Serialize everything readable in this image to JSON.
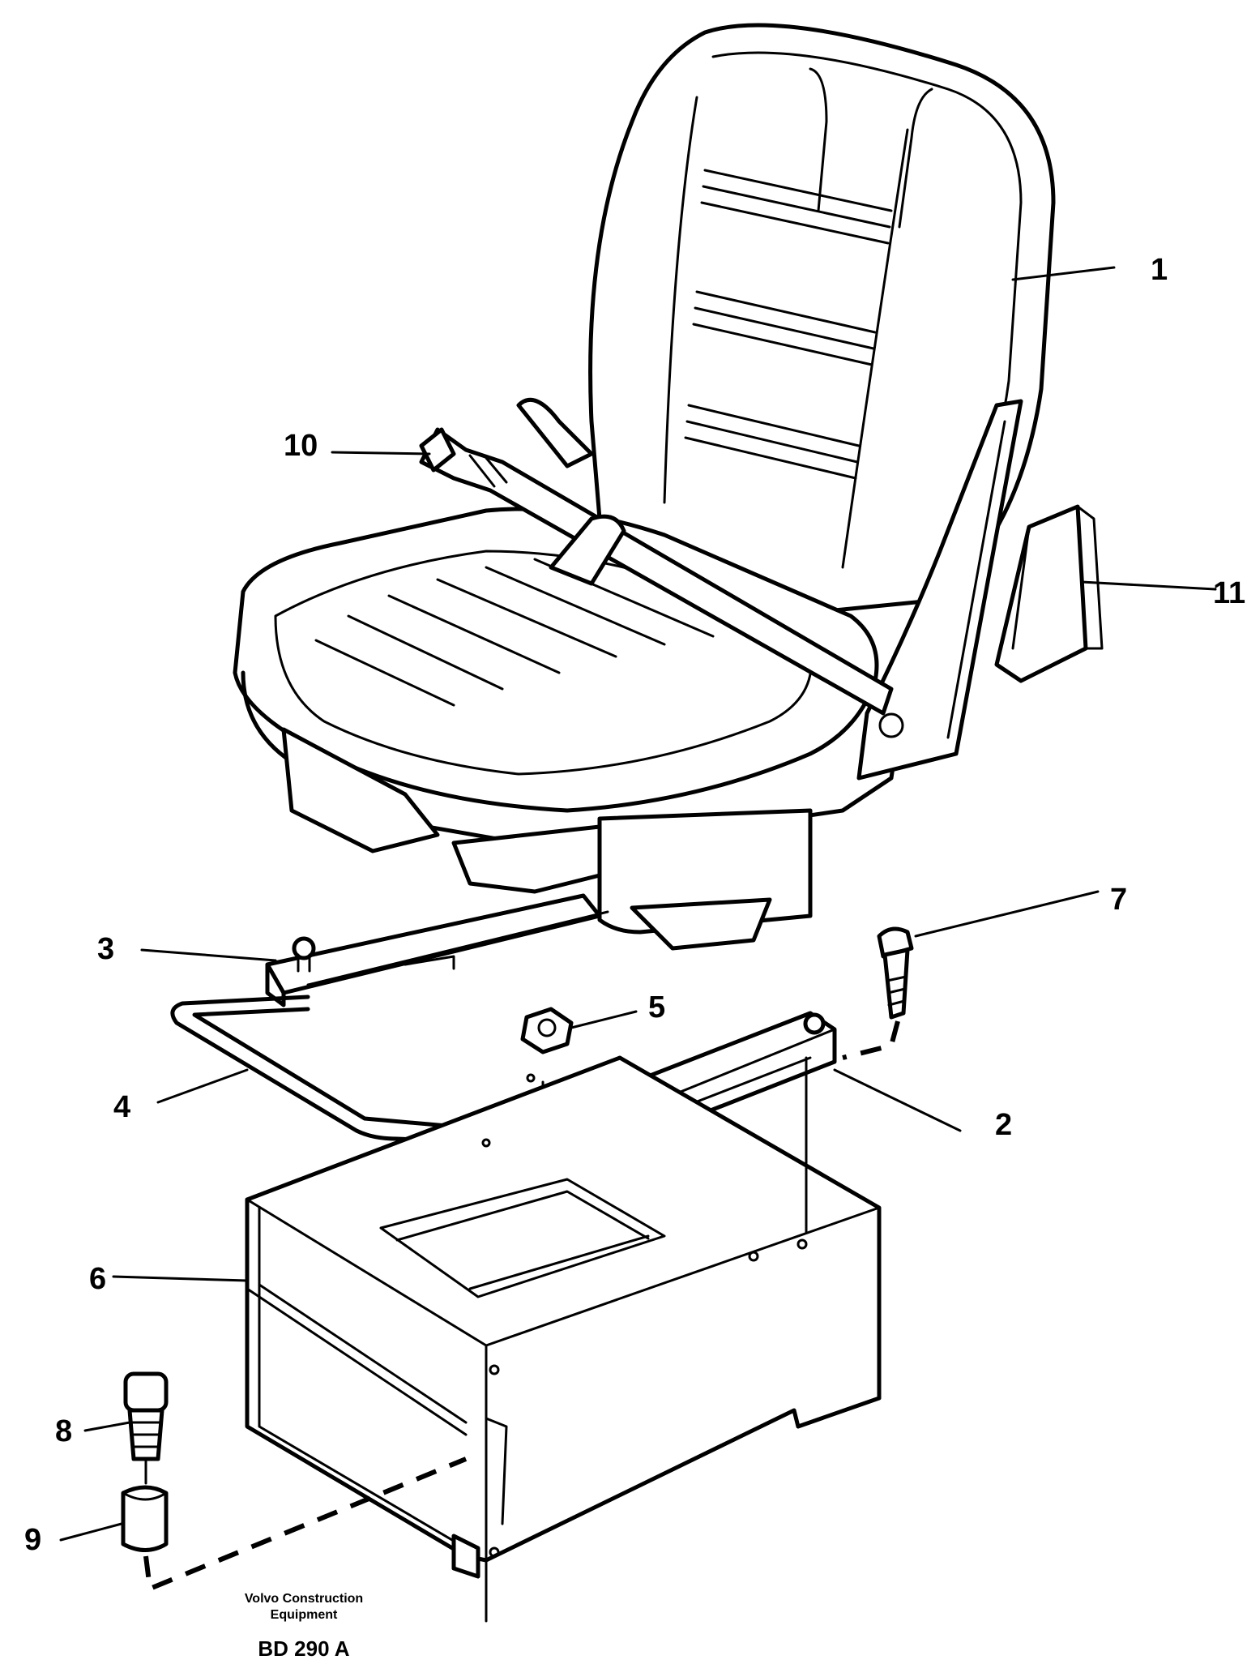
{
  "callouts": [
    {
      "id": "1",
      "label": "1"
    },
    {
      "id": "2",
      "label": "2"
    },
    {
      "id": "3",
      "label": "3"
    },
    {
      "id": "4",
      "label": "4"
    },
    {
      "id": "5",
      "label": "5"
    },
    {
      "id": "6",
      "label": "6"
    },
    {
      "id": "7",
      "label": "7"
    },
    {
      "id": "8",
      "label": "8"
    },
    {
      "id": "9",
      "label": "9"
    },
    {
      "id": "10",
      "label": "10"
    },
    {
      "id": "11",
      "label": "11"
    }
  ],
  "caption": {
    "maker_line1": "Volvo Construction",
    "maker_line2": "Equipment",
    "code": "BD 290 A"
  }
}
